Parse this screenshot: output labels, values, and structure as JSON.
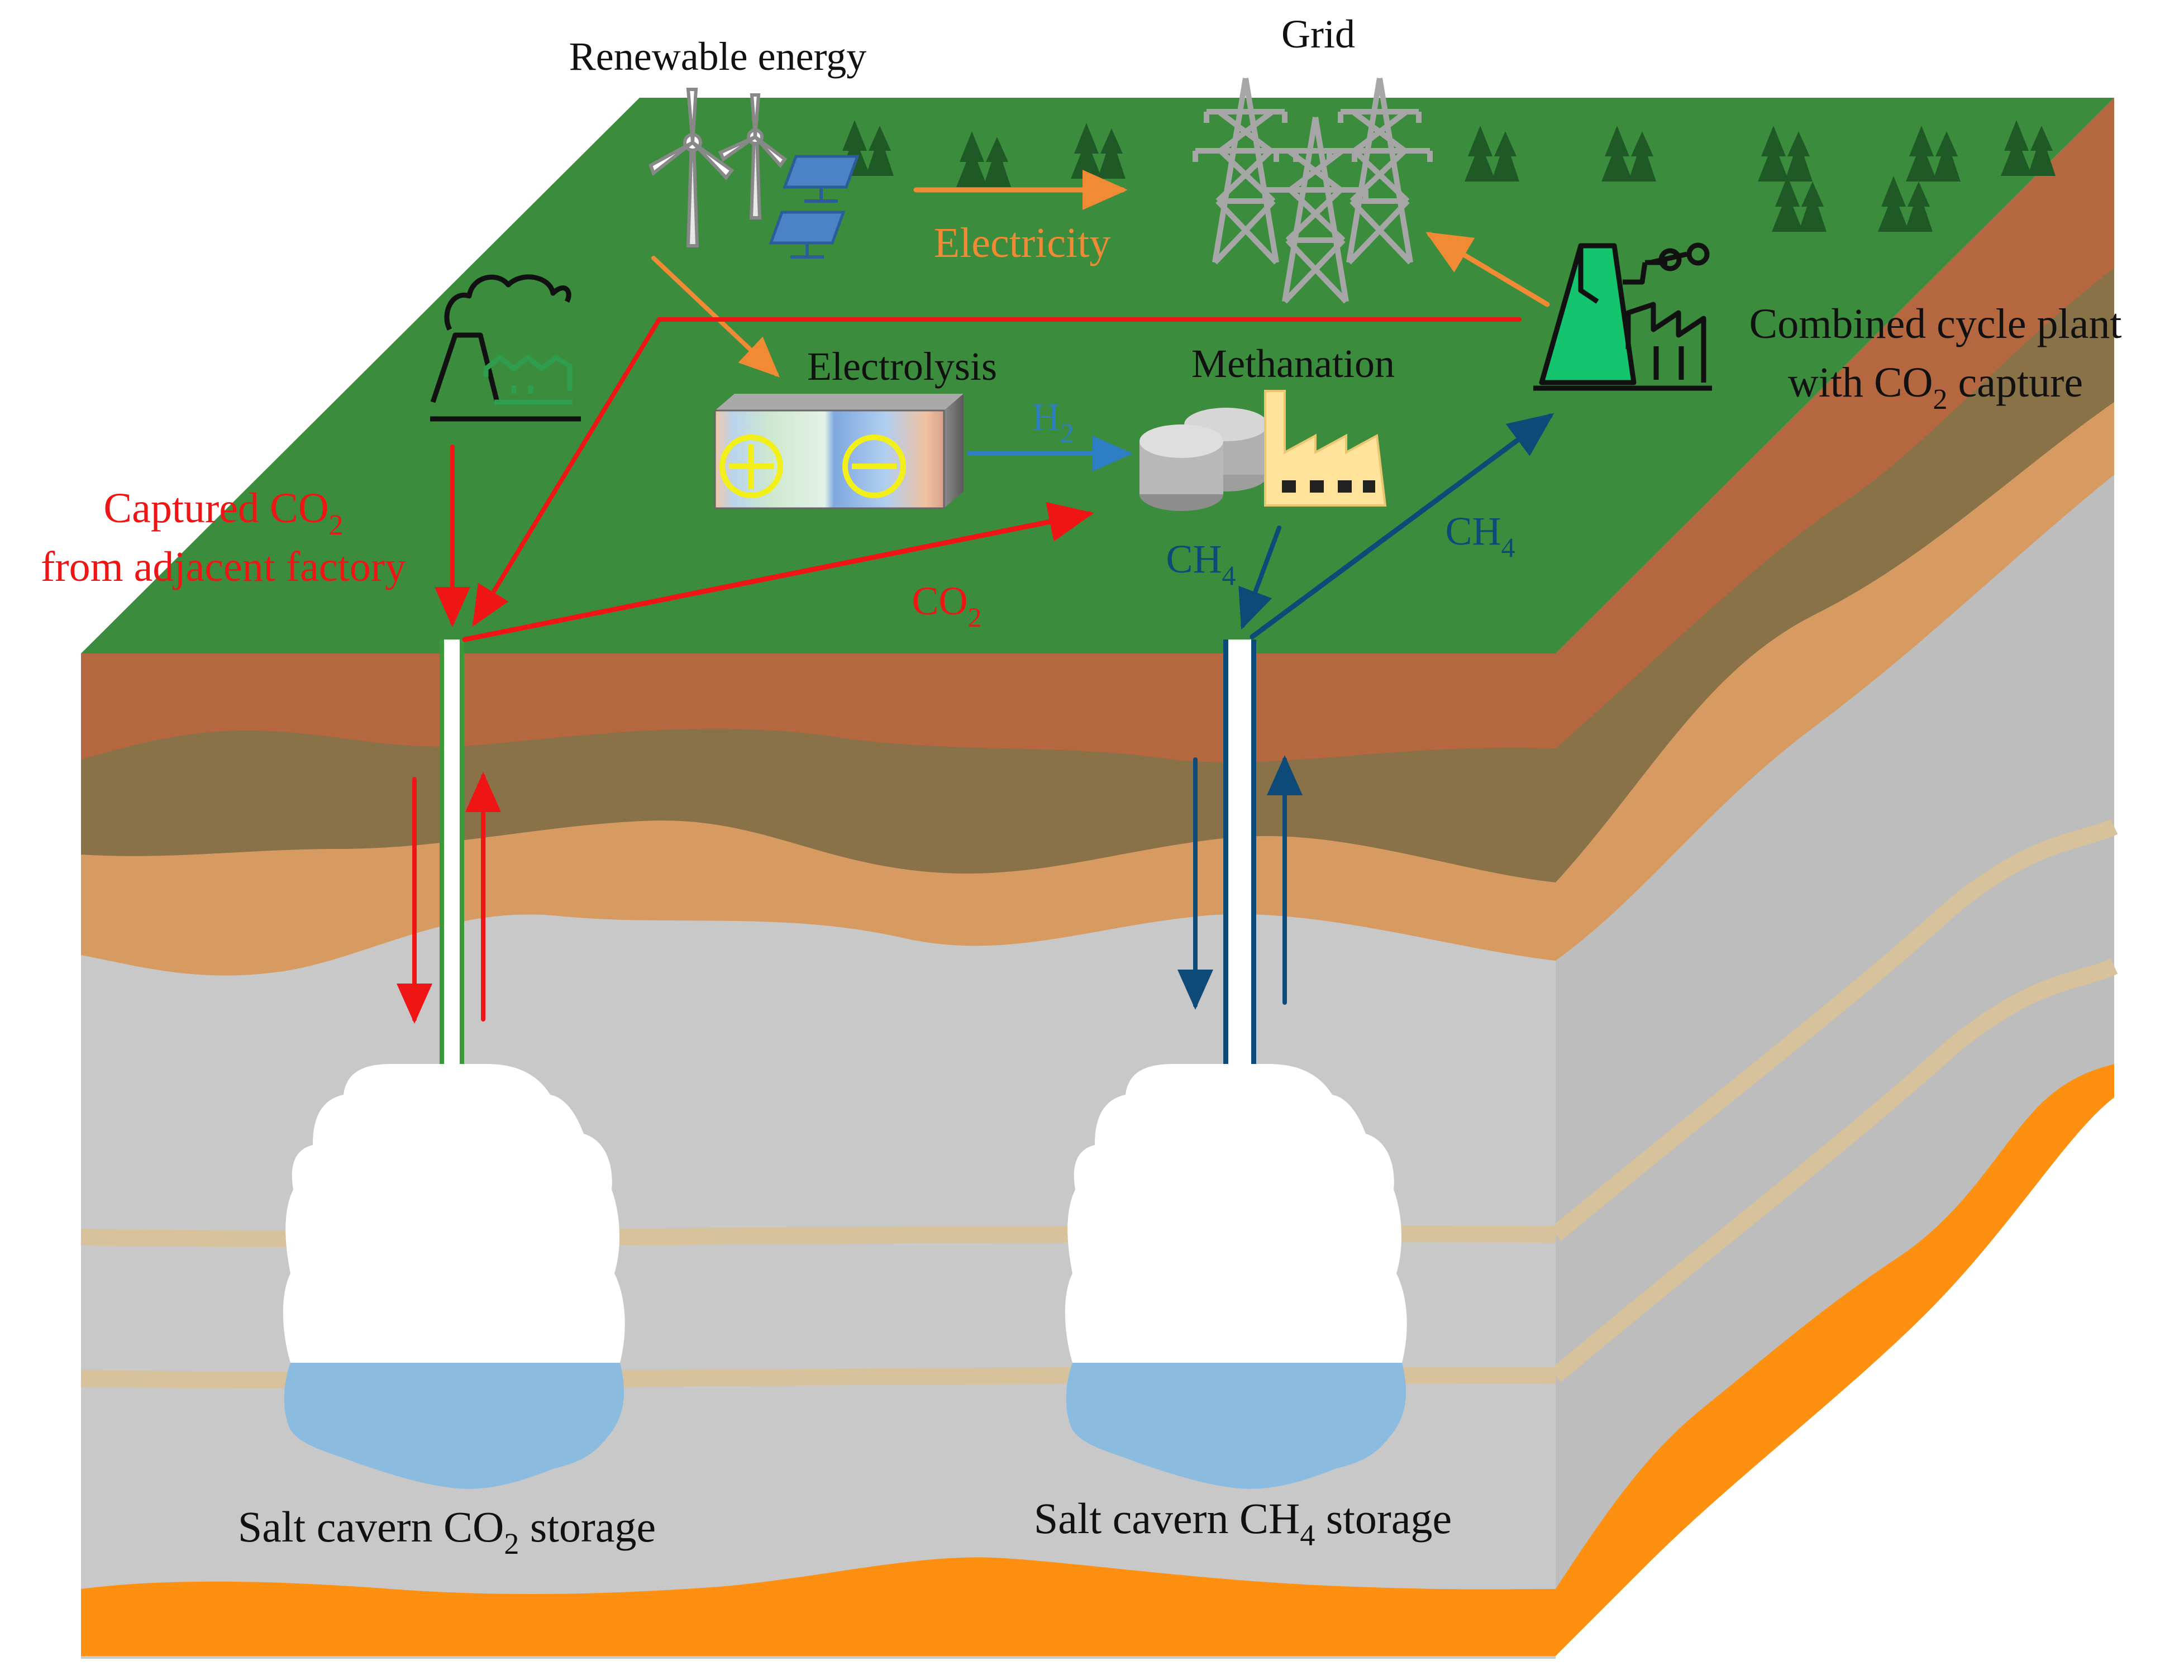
{
  "labels": {
    "renewable_energy": "Renewable energy",
    "grid": "Grid",
    "electricity": "Electricity",
    "electrolysis": "Electrolysis",
    "methanation": "Methanation",
    "h2": {
      "base": "H",
      "sub": "2"
    },
    "combined_cycle_line1": "Combined cycle plant",
    "combined_cycle_line2": {
      "pre": "with CO",
      "sub": "2",
      "post": " capture"
    },
    "captured_line1": {
      "pre": "Captured CO",
      "sub": "2"
    },
    "captured_line2": "from adjacent factory",
    "co2": {
      "base": "CO",
      "sub": "2"
    },
    "ch4_left": {
      "base": "CH",
      "sub": "4"
    },
    "ch4_right": {
      "base": "CH",
      "sub": "4"
    },
    "storage_co2": {
      "pre": "Salt cavern CO",
      "sub": "2",
      "post": " storage"
    },
    "storage_ch4": {
      "pre": "Salt cavern CH",
      "sub": "4",
      "post": " storage"
    }
  },
  "colors": {
    "ground_top": "#3c8c3e",
    "soil_red": "#b5673f",
    "soil_dark": "#8a7248",
    "soil_tan": "#d79b62",
    "rock_grey": "#c8c8c8",
    "rock_grey_side": "#bdbdbd",
    "seam": "#d7c29c",
    "magma": "#fd9010",
    "brine": "#8bbce0",
    "red_flow": "#f01515",
    "blue_flow": "#0e4a78",
    "orange_flow": "#f08a35",
    "h2_flow": "#2e7ec4",
    "pipe_green": "#3a9a3a",
    "pipe_blue": "#0e4a78",
    "plant_green": "#14c46e"
  }
}
